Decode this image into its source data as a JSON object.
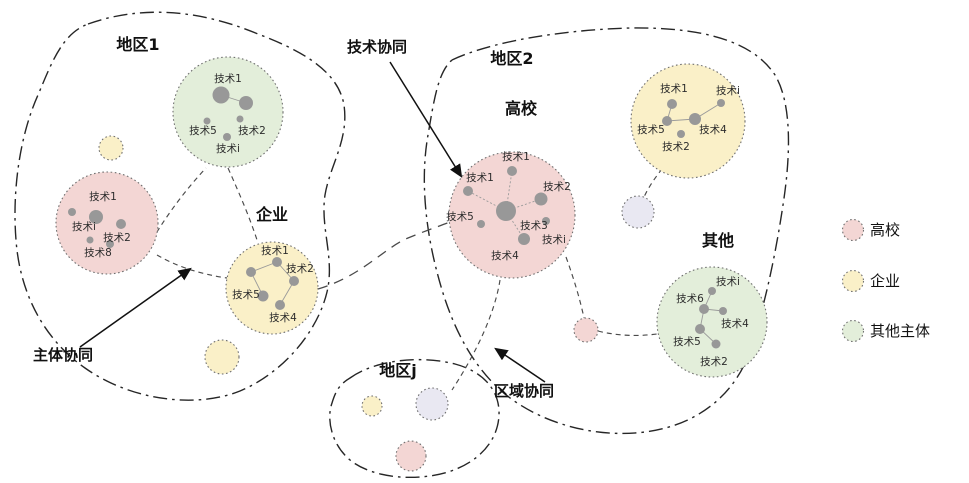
{
  "regions": {
    "r1": {
      "label": "地区1"
    },
    "r2": {
      "label": "地区2"
    },
    "rj": {
      "label": "地区j"
    }
  },
  "annotations": {
    "tech": "技术协同",
    "agent": "主体协同",
    "regional": "区域协同"
  },
  "clusters": {
    "r1_other": {
      "techs": [
        "技术1",
        "技术5",
        "技术2",
        "技术i"
      ]
    },
    "r1_univ": {
      "techs": [
        "技术1",
        "技术i",
        "技术2",
        "技术8"
      ]
    },
    "r1_firm": {
      "label": "企业",
      "techs": [
        "技术1",
        "技术2",
        "技术5",
        "技术4"
      ]
    },
    "r2_univ": {
      "label": "高校",
      "techs": [
        "技术1",
        "技术1",
        "技术2",
        "技术5",
        "技术3",
        "技术i",
        "技术4"
      ]
    },
    "r2_firm": {
      "techs": [
        "技术1",
        "技术i",
        "技术5",
        "技术4",
        "技术2"
      ]
    },
    "r2_other": {
      "label": "其他",
      "techs": [
        "技术i",
        "技术6",
        "技术4",
        "技术5",
        "技术2"
      ]
    }
  },
  "legend": [
    {
      "label": "高校",
      "color": "#f3d6d4"
    },
    {
      "label": "企业",
      "color": "#faf0c8"
    },
    {
      "label": "其他主体",
      "color": "#e3eeda"
    }
  ],
  "colors": {
    "univ": "#f3d6d4",
    "firm": "#faf0c8",
    "other": "#e3eeda",
    "lavender": "#e9e8f2"
  }
}
